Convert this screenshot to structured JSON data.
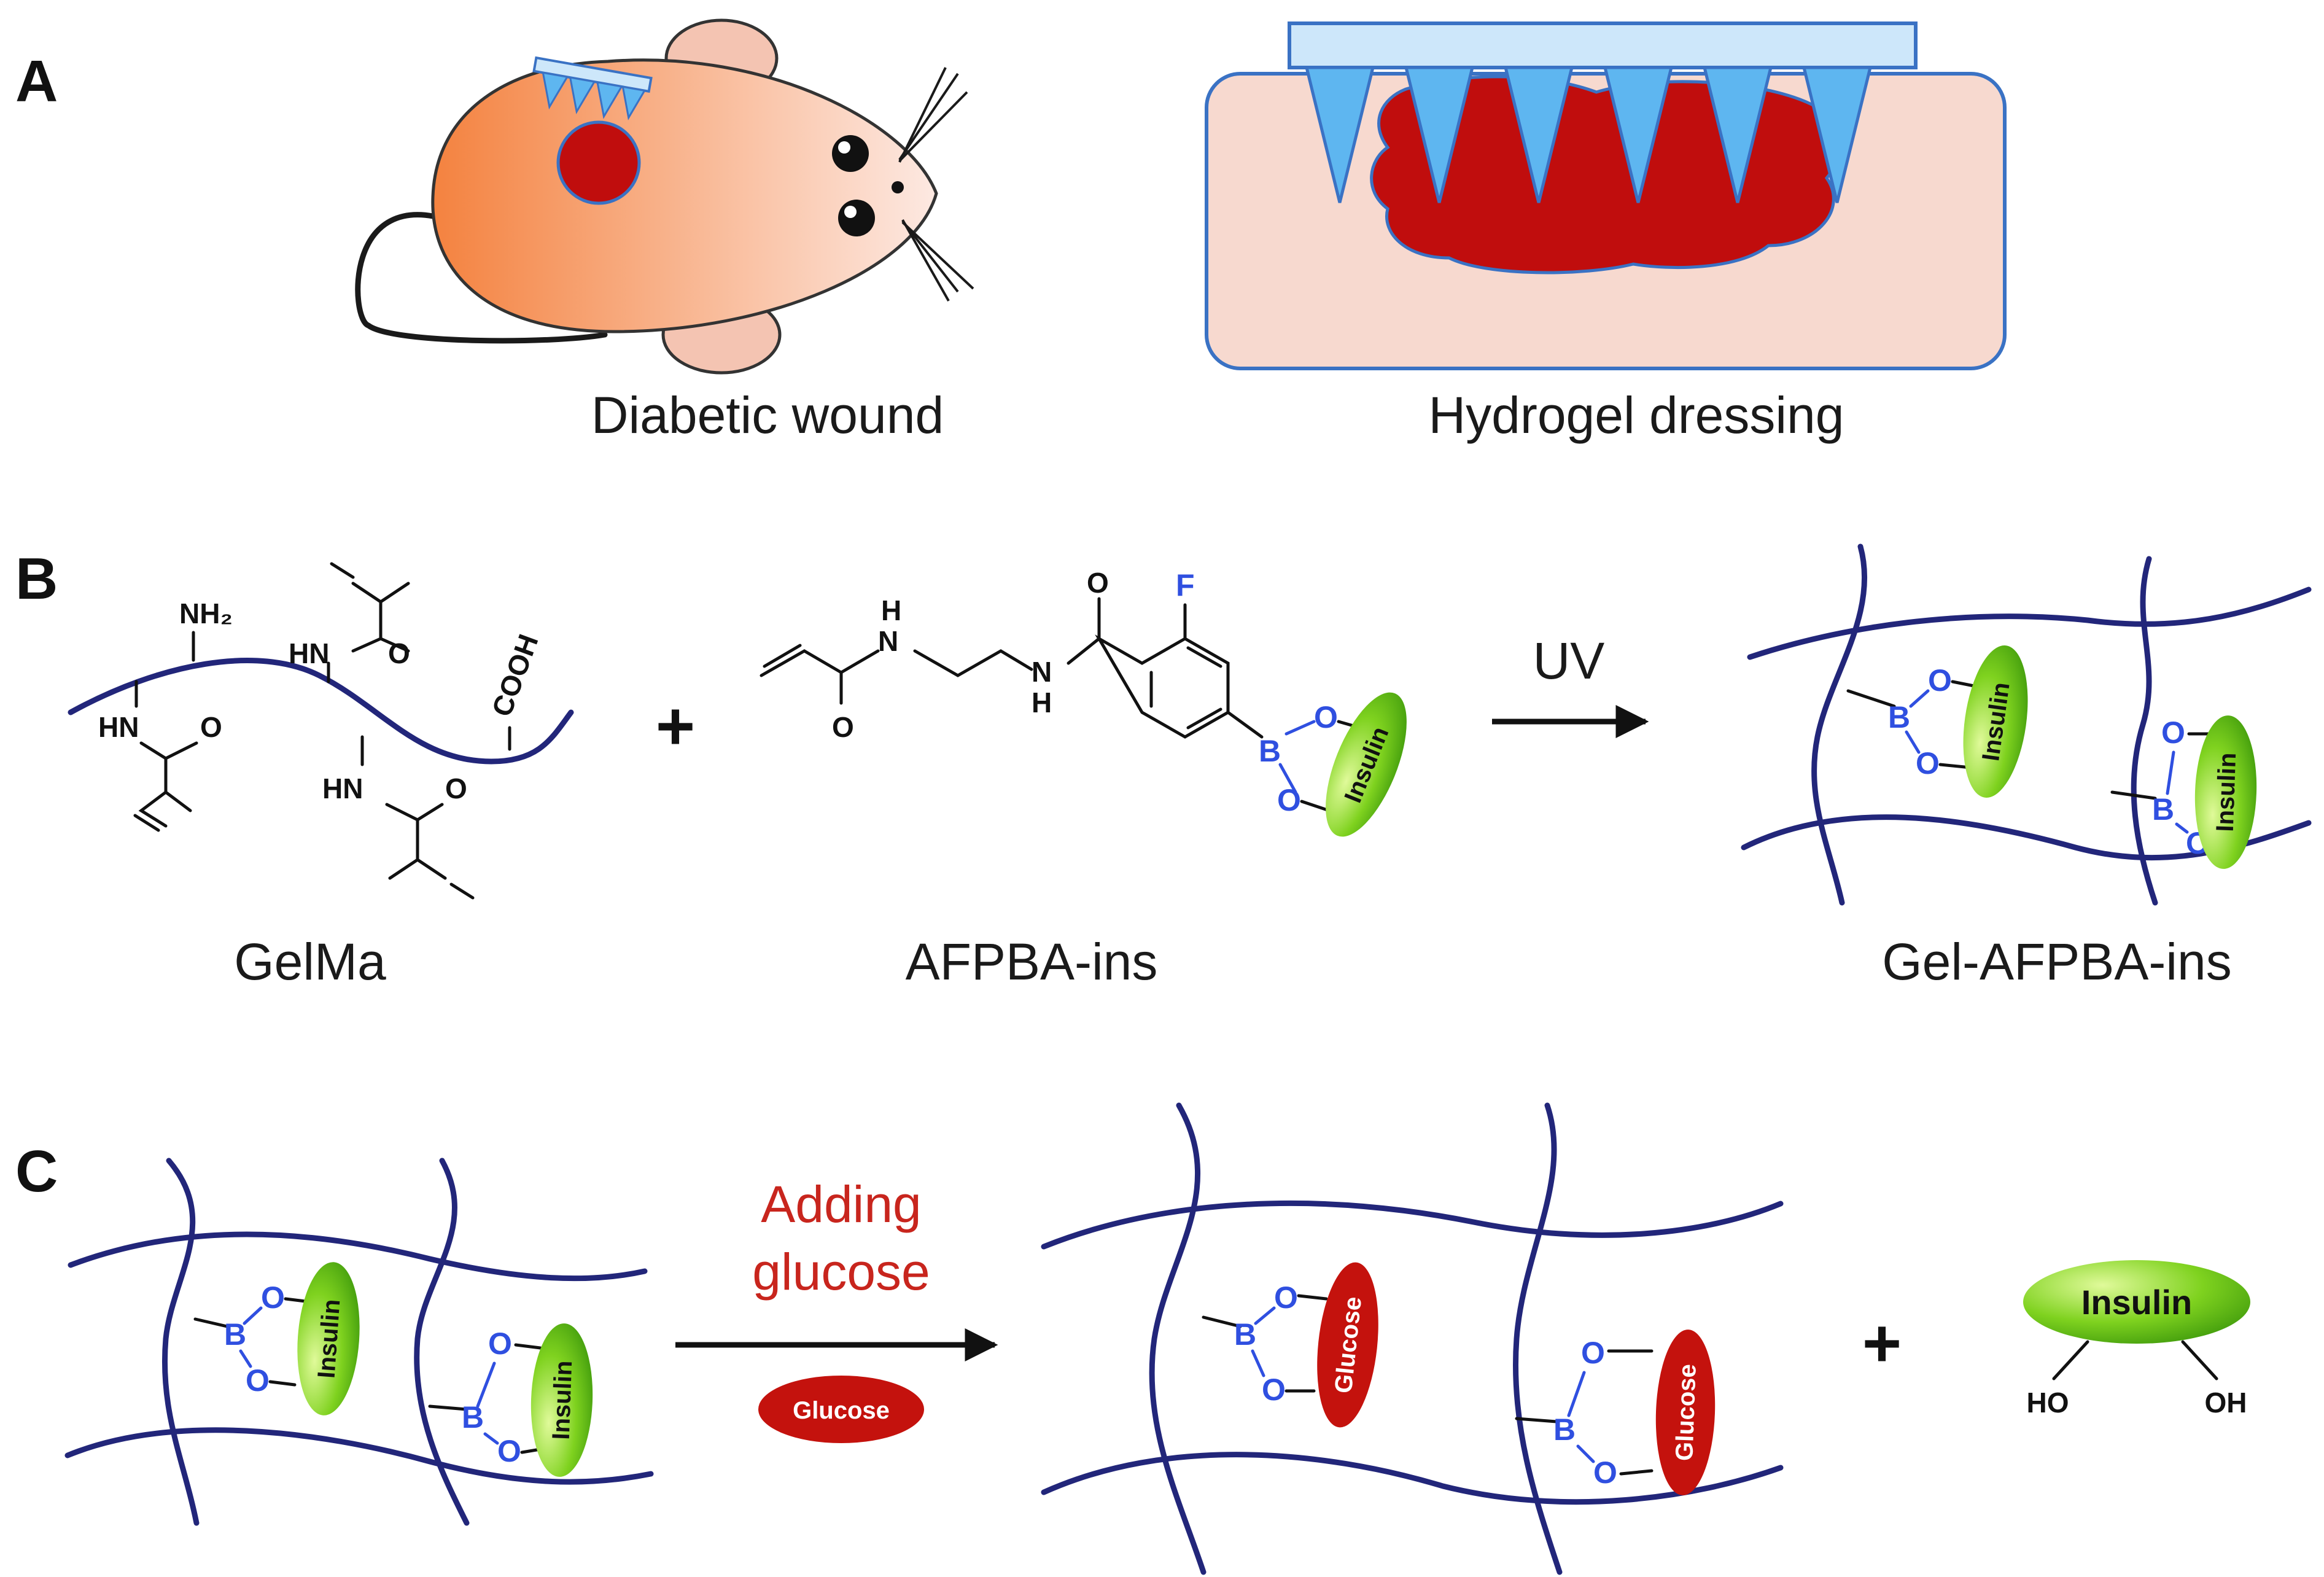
{
  "panels": {
    "a": {
      "letter": "A",
      "left_caption": "Diabetic wound",
      "right_caption": "Hydrogel dressing"
    },
    "b": {
      "letter": "B",
      "reactant1_caption": "GelMa",
      "reactant2_caption": "AFPBA-ins",
      "product_caption": "Gel-AFPBA-ins",
      "plus": "+",
      "arrow_label": "UV",
      "gelma_labels": {
        "nh2": "NH₂",
        "hn": "HN",
        "o": "O",
        "cooh": "COOH"
      },
      "afpba_labels": {
        "nh": "NH",
        "h": "H",
        "n": "N",
        "o": "O",
        "f": "F",
        "b": "B"
      },
      "insulin": "Insulin"
    },
    "c": {
      "letter": "C",
      "arrow_label_line1": "Adding",
      "arrow_label_line2": "glucose",
      "glucose_pill": "Glucose",
      "plus": "+",
      "boron": "B",
      "oxygen": "O",
      "insulin": "Insulin",
      "glucose": "Glucose",
      "ho": "HO",
      "oh": "OH"
    }
  },
  "colors": {
    "chain": "#22267a",
    "boronate": "#2f4fe0",
    "insulin_green": "#6cc61c",
    "glucose_red": "#c4120d",
    "wound_red": "#c00d0d",
    "mouse_orange": "#f4823f",
    "skin": "#f7d9cf",
    "needle_blue": "#5eb6f0",
    "caption_red": "#c8251d"
  }
}
